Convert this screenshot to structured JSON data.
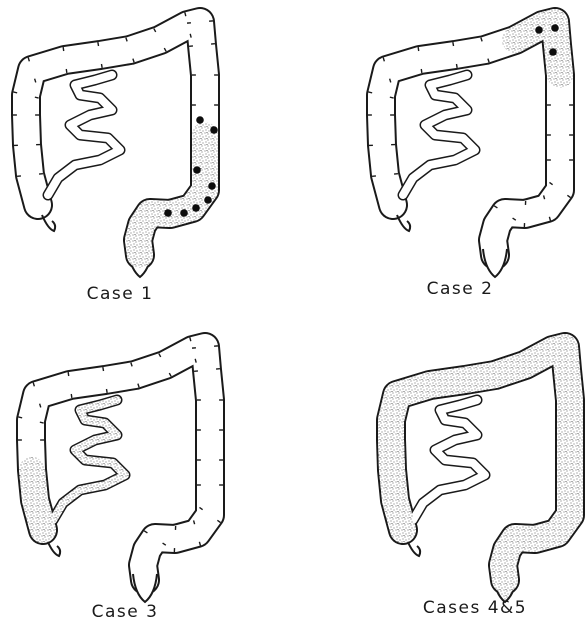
{
  "figure": {
    "stroke_color": "#1a1a1a",
    "fill_color": "#ffffff",
    "stipple_color": "#4a4a4a",
    "lesion_color": "#0d0d0d",
    "panels": [
      {
        "caption": "Case 1",
        "shaded_segments": [
          "descending colon",
          "sigmoid colon"
        ],
        "lesions": 8
      },
      {
        "caption": "Case 2",
        "shaded_segments": [
          "splenic flexure"
        ],
        "lesions": 3
      },
      {
        "caption": "Case 3",
        "shaded_segments": [
          "caecum",
          "terminal ileum"
        ],
        "lesions": 0
      },
      {
        "caption": "Cases 4&5",
        "shaded_segments": [
          "entire colon"
        ],
        "lesions": 0
      }
    ]
  }
}
